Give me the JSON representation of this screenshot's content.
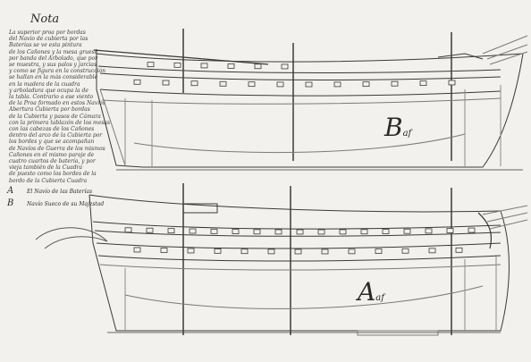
{
  "title": "Nota",
  "note_lines": [
    "La superior proa por bordas",
    "del Navío de cubierta por las",
    "Baterías se ve esta pintura",
    "de los Cañones y la mesa gruesa",
    "por banda del Arbolado, que por",
    "se muestra, y sus palos y jarcias",
    "y como se figura en la construcción",
    "se hallan en la más considerable",
    "en la madera de la cuadra",
    "y arboladura que ocupa la de",
    "la tabla. Contrario a ese viento",
    "de la Proa formado en estos Navíos",
    "Abertura Cubierta por bordas",
    "de la Cubierta y pasos de Cámara",
    "con la primera tablazón de los mesas",
    "con las cabezas de los Cañones",
    "dentro del arco de la Cubierta por",
    "los bordes y que se acompañan",
    "de Navíos de Guerra de los mismos",
    "Cañones en el mismo paraje de",
    "cuatro cuartos de batería, y por",
    "vieja también de la Cuadra",
    "de puesto como los bordes de la",
    "bordo de la Cubierta Cuadra"
  ],
  "legend": {
    "a_letter": "A",
    "a_text": "El Navío de las Baterías",
    "b_letter": "B",
    "b_text": "Navío Sueco de su Majestad"
  },
  "labels": {
    "top_ship": "B",
    "bottom_ship": "A",
    "suffix": "af"
  },
  "colors": {
    "paper": "#f2f1ee",
    "ink": "#2e2e2e",
    "light_ink": "#7a7a78"
  }
}
